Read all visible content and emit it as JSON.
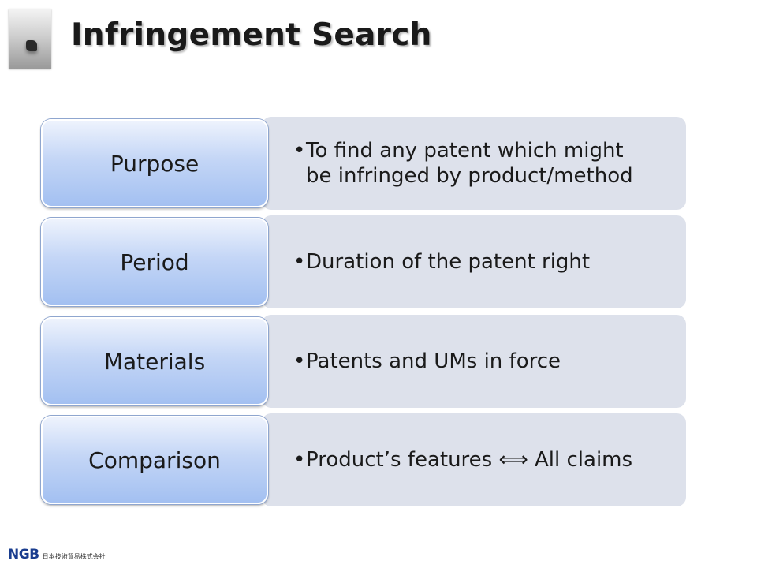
{
  "header": {
    "title": "Infringement  Search"
  },
  "rows": [
    {
      "label": "Purpose",
      "bullet_1": "To find any patent which might",
      "bullet_2": "be infringed by product/method"
    },
    {
      "label": "Period",
      "bullet_1": "Duration of the patent right"
    },
    {
      "label": "Materials",
      "bullet_1": "Patents and UMs in force"
    },
    {
      "label": "Comparison",
      "bullet_1": "Product’s features ⟺ All claims"
    }
  ],
  "footer": {
    "brand": "NGB",
    "company": "日本技術貿易株式会社"
  },
  "colors": {
    "label_fill": "#a3c0f1",
    "desc_fill": "#dde1eb",
    "brand": "#1a3d8f"
  }
}
